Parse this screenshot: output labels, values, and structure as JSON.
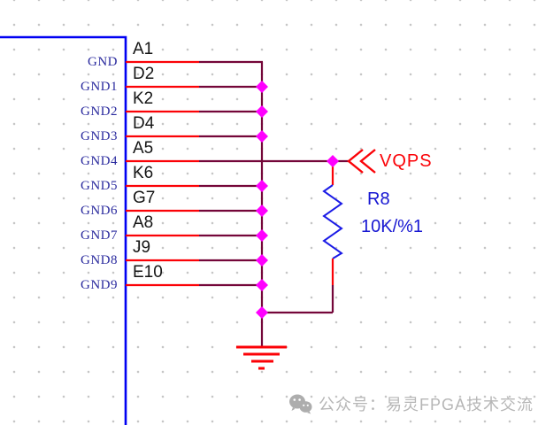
{
  "component": {
    "kind": "schematic-part-edge",
    "pins": [
      {
        "designator": "A1",
        "name": "GND"
      },
      {
        "designator": "D2",
        "name": "GND1"
      },
      {
        "designator": "K2",
        "name": "GND2"
      },
      {
        "designator": "D4",
        "name": "GND3"
      },
      {
        "designator": "A5",
        "name": "GND4"
      },
      {
        "designator": "K6",
        "name": "GND5"
      },
      {
        "designator": "G7",
        "name": "GND6"
      },
      {
        "designator": "A8",
        "name": "GND7"
      },
      {
        "designator": "J9",
        "name": "GND8"
      },
      {
        "designator": "E10",
        "name": "GND9"
      }
    ]
  },
  "net_label": {
    "text": "VQPS"
  },
  "resistor": {
    "designator": "R8",
    "value": "10K/%1"
  },
  "ground_symbol": {
    "type": "GND power port"
  },
  "watermark": {
    "text": "公众号：易灵FPGA技术交流"
  },
  "colors": {
    "component_outline": "#0000f2",
    "pin": "#fb0207",
    "wire": "#740639",
    "junction": "#ff00ff",
    "pin_name_text": "#2a2a9e",
    "designator_text": "#151515",
    "net_label_text": "#fb0207",
    "resistor_symbol": "#1a1ae6",
    "resistor_text": "#1717d2",
    "ground": "#fb0207",
    "watermark_text": "#b6b6b6",
    "grid_dot": "#c6c6c6"
  }
}
